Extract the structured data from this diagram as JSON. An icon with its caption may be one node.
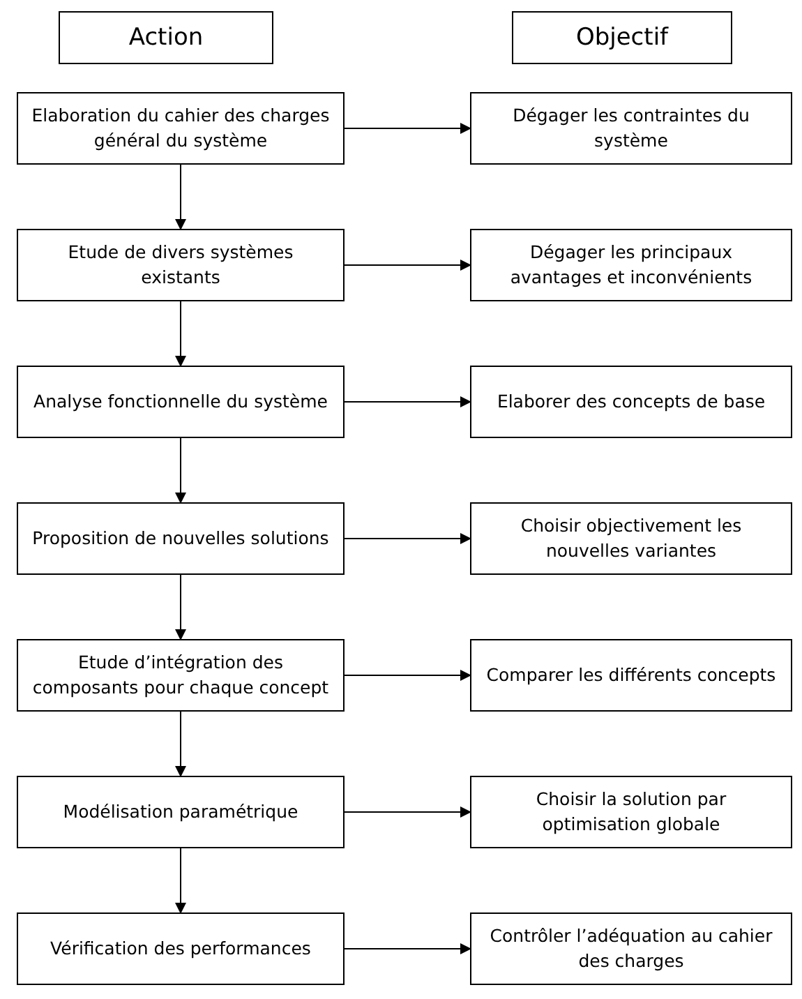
{
  "diagram": {
    "nodes": [
      {
        "text": [
          "Action"
        ]
      },
      {
        "text": [
          "Objectif"
        ]
      },
      {
        "text": [
          "Elaboration du cahier des charges général du système"
        ]
      },
      {
        "text": [
          "Dégager les contraintes du système"
        ]
      },
      {
        "text": [
          "Etude de divers systèmes existants"
        ]
      },
      {
        "text": [
          "Dégager les principaux avantages et inconvénients"
        ]
      },
      {
        "text": [
          "Analyse fonctionnelle du système"
        ]
      },
      {
        "text": [
          "Elaborer des concepts de base"
        ]
      },
      {
        "text": [
          "Proposition de nouvelles solutions"
        ]
      },
      {
        "text": [
          "Choisir objectivement les nouvelles variantes"
        ]
      },
      {
        "text": [
          "Etude d’intégration des composants pour chaque concept"
        ]
      },
      {
        "text": [
          "Comparer les différents concepts"
        ]
      },
      {
        "text": [
          "Modélisation paramétrique"
        ]
      },
      {
        "text": [
          "Choisir la solution par optimisation globale"
        ]
      },
      {
        "text": [
          "Vérification des performances"
        ]
      },
      {
        "text": [
          "Contrôler l’adéquation au cahier des charges"
        ]
      }
    ],
    "edges": [
      {
        "from": 2,
        "to": 3,
        "arrow": "to"
      },
      {
        "from": 2,
        "to": 4,
        "arrow": "to"
      },
      {
        "from": 4,
        "to": 5,
        "arrow": "to"
      },
      {
        "from": 4,
        "to": 6,
        "arrow": "to"
      },
      {
        "from": 6,
        "to": 7,
        "arrow": "to"
      },
      {
        "from": 6,
        "to": 8,
        "arrow": "to"
      },
      {
        "from": 8,
        "to": 9,
        "arrow": "to"
      },
      {
        "from": 8,
        "to": 10,
        "arrow": "to"
      },
      {
        "from": 10,
        "to": 11,
        "arrow": "to"
      },
      {
        "from": 10,
        "to": 12,
        "arrow": "to"
      },
      {
        "from": 12,
        "to": 13,
        "arrow": "to"
      },
      {
        "from": 12,
        "to": 14,
        "arrow": "to"
      },
      {
        "from": 14,
        "to": 15,
        "arrow": "to"
      }
    ]
  }
}
